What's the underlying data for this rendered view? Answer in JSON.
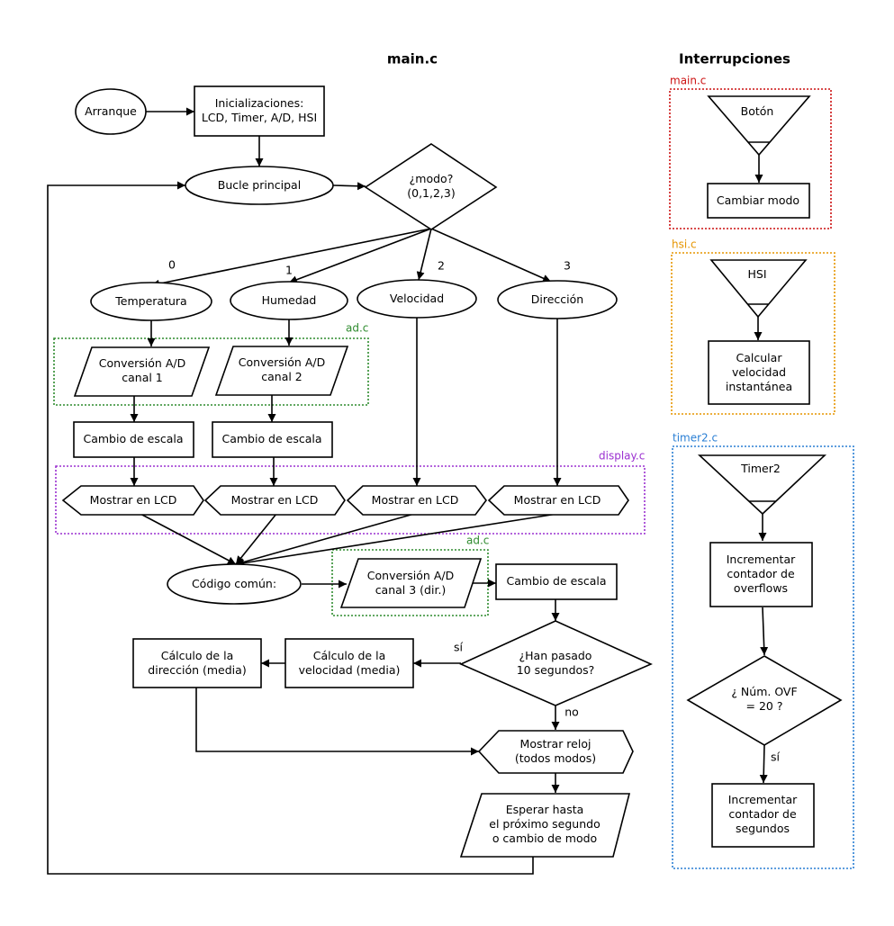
{
  "headings": {
    "main": "main.c",
    "interrupts": "Interrupciones"
  },
  "groups": {
    "ad1": {
      "label": "ad.c",
      "color": "#2e8b2e"
    },
    "display": {
      "label": "display.c",
      "color": "#9b30d0"
    },
    "ad2": {
      "label": "ad.c",
      "color": "#2e8b2e"
    },
    "int_main": {
      "label": "main.c",
      "color": "#cc1111"
    },
    "int_hsi": {
      "label": "hsi.c",
      "color": "#e69500"
    },
    "int_timer2": {
      "label": "timer2.c",
      "color": "#2a7fd4"
    }
  },
  "nodes": {
    "arranque": [
      "Arranque"
    ],
    "inicializaciones": [
      "Inicializaciones:",
      "LCD, Timer, A/D, HSI"
    ],
    "bucle": [
      "Bucle principal"
    ],
    "modo": [
      "¿modo?",
      "(0,1,2,3)"
    ],
    "temperatura": [
      "Temperatura"
    ],
    "humedad": [
      "Humedad"
    ],
    "velocidad": [
      "Velocidad"
    ],
    "direccion": [
      "Dirección"
    ],
    "conv1": [
      "Conversión A/D",
      "canal 1"
    ],
    "conv2": [
      "Conversión A/D",
      "canal 2"
    ],
    "escala1": [
      "Cambio de escala"
    ],
    "escala2": [
      "Cambio de escala"
    ],
    "lcd1": [
      "Mostrar en LCD"
    ],
    "lcd2": [
      "Mostrar en LCD"
    ],
    "lcd3": [
      "Mostrar en LCD"
    ],
    "lcd4": [
      "Mostrar en LCD"
    ],
    "codigo": [
      "Código común:"
    ],
    "conv3": [
      "Conversión A/D",
      "canal 3 (dir.)"
    ],
    "escala3": [
      "Cambio de escala"
    ],
    "diez": [
      "¿Han pasado",
      "10 segundos?"
    ],
    "calc_vel": [
      "Cálculo de la",
      "velocidad (media)"
    ],
    "calc_dir": [
      "Cálculo de la",
      "dirección (media)"
    ],
    "reloj": [
      "Mostrar reloj",
      "(todos modos)"
    ],
    "esperar": [
      "Esperar hasta",
      "el próximo segundo",
      "o cambio de modo"
    ],
    "boton": [
      "Botón"
    ],
    "cambiar_modo": [
      "Cambiar modo"
    ],
    "hsi": [
      "HSI"
    ],
    "calc_inst": [
      "Calcular",
      "velocidad",
      "instantánea"
    ],
    "timer2": [
      "Timer2"
    ],
    "inc_ovf": [
      "Incrementar",
      "contador de",
      "overflows"
    ],
    "num_ovf": [
      "¿ Núm. OVF",
      "= 20 ?"
    ],
    "inc_seg": [
      "Incrementar",
      "contador de",
      "segundos"
    ]
  },
  "edge_labels": {
    "m0": "0",
    "m1": "1",
    "m2": "2",
    "m3": "3",
    "si": "sí",
    "no": "no",
    "si2": "sí"
  }
}
